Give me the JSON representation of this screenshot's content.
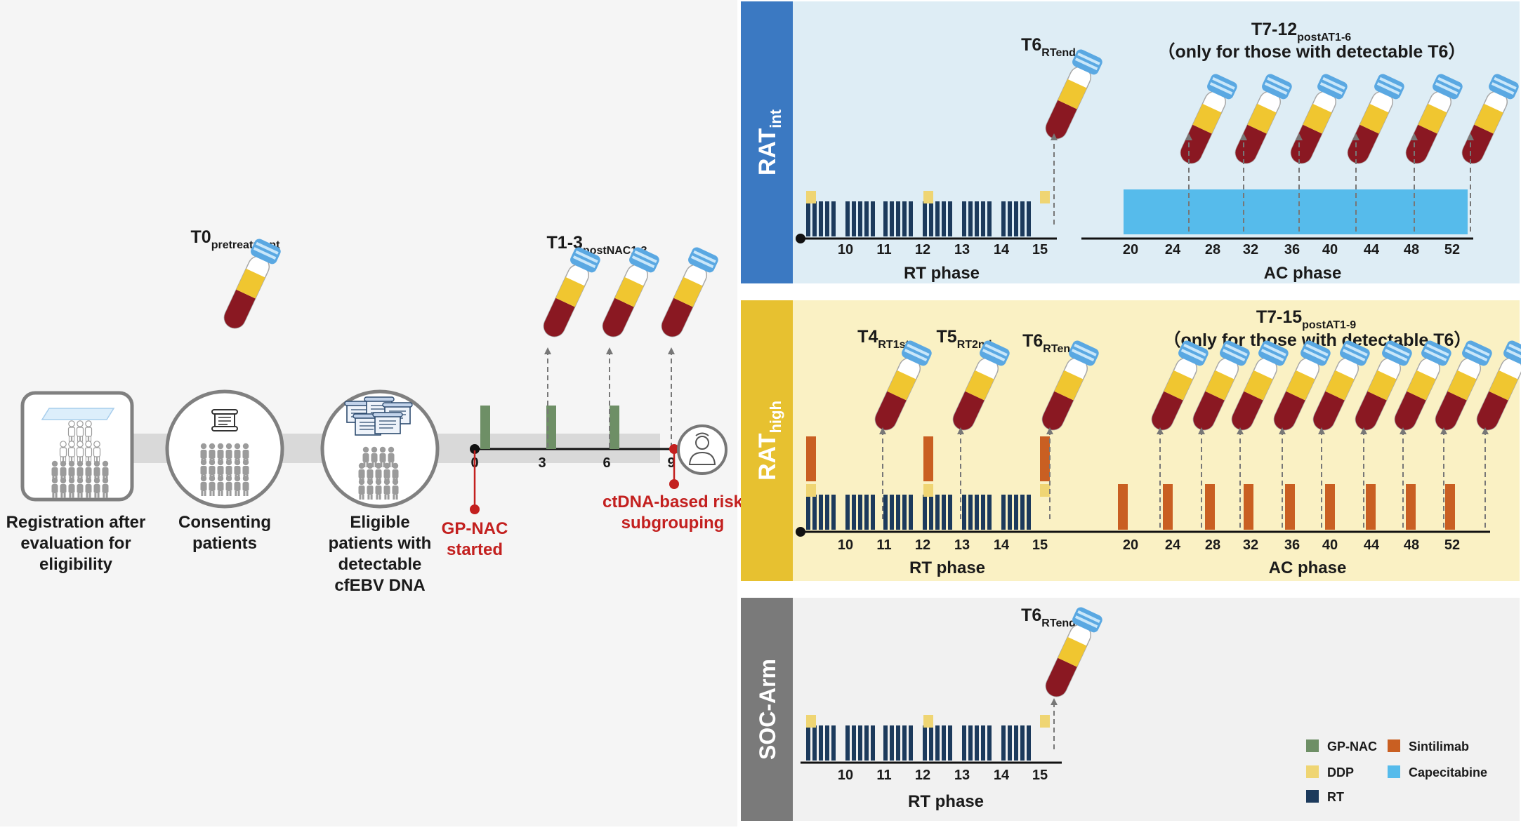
{
  "left_flow": {
    "steps": [
      {
        "label_lines": [
          "Registration after",
          "evaluation for",
          "eligibility"
        ]
      },
      {
        "label_lines": [
          "Consenting",
          "patients"
        ]
      },
      {
        "label_lines": [
          "Eligible",
          "patients with",
          "detectable",
          "cfEBV DNA"
        ]
      }
    ],
    "t0": {
      "main": "T0",
      "sub": "pretreatment"
    },
    "t13": {
      "main": "T1-3",
      "sub": "postNAC1-3"
    },
    "ticks": [
      "0",
      "3",
      "6",
      "9"
    ],
    "gpnac_lines": [
      "GP-NAC",
      "started"
    ],
    "risk_lines": [
      "ctDNA-based risk",
      "subgrouping"
    ]
  },
  "panels": {
    "int": {
      "arm_main": "RAT",
      "arm_sub": "int",
      "t6": {
        "main": "T6",
        "sub": "RTend"
      },
      "after": {
        "main": "T7-12",
        "sub": "postAT1-6",
        "note": "（only for those with detectable T6）"
      },
      "rt_ticks": [
        "10",
        "11",
        "12",
        "13",
        "14",
        "15"
      ],
      "ac_ticks": [
        "20",
        "24",
        "28",
        "32",
        "36",
        "40",
        "44",
        "48",
        "52"
      ],
      "rt_phase": "RT phase",
      "ac_phase": "AC phase"
    },
    "high": {
      "arm_main": "RAT",
      "arm_sub": "high",
      "t4": {
        "main": "T4",
        "sub": "RT1st"
      },
      "t5": {
        "main": "T5",
        "sub": "RT2nd"
      },
      "t6": {
        "main": "T6",
        "sub": "RTend"
      },
      "after": {
        "main": "T7-15",
        "sub": "postAT1-9",
        "note": "（only for those with detectable T6）"
      },
      "rt_ticks": [
        "10",
        "11",
        "12",
        "13",
        "14",
        "15"
      ],
      "ac_ticks": [
        "20",
        "24",
        "28",
        "32",
        "36",
        "40",
        "44",
        "48",
        "52"
      ],
      "rt_phase": "RT phase",
      "ac_phase": "AC phase"
    },
    "soc": {
      "arm_main": "SOC-Arm",
      "t6": {
        "main": "T6",
        "sub": "RTend"
      },
      "rt_ticks": [
        "10",
        "11",
        "12",
        "13",
        "14",
        "15"
      ],
      "rt_phase": "RT phase"
    }
  },
  "legend": [
    {
      "label": "GP-NAC",
      "color": "#6e8f66"
    },
    {
      "label": "DDP",
      "color": "#efd573"
    },
    {
      "label": "RT",
      "color": "#1c3a5c"
    },
    {
      "label": "Sintilimab",
      "color": "#c95f22"
    },
    {
      "label": "Capecitabine",
      "color": "#56bbeb"
    }
  ],
  "colors": {
    "arm_int": "#3b79c2",
    "arm_high": "#e7c130",
    "arm_soc": "#7a7a7a",
    "bg_int": "#deedf5",
    "bg_high": "#faf1c4",
    "bg_soc": "#f1f1f1",
    "accent_red": "#c3201f",
    "blood": "#8a1822",
    "serum": "#f0c630",
    "cap": "#5aa8e2"
  }
}
